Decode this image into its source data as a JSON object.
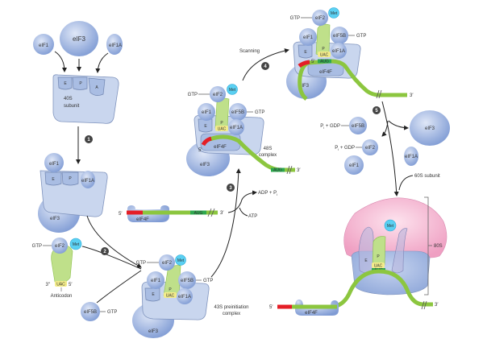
{
  "figure": {
    "title": "Eukaryotic translation initiation pathway",
    "colors": {
      "factor": "#8fa9dc",
      "subunit_40S": "#c9d6ee",
      "subunit_60S": "#f3b6d0",
      "mrna": "#8cc63f",
      "cap": "#e41e26",
      "aug": "#2fa84f",
      "trna": "#bfe08a",
      "met": "#5ad0f2",
      "anticodon": "#f3ec8a"
    }
  },
  "labels": {
    "eIF1": "eIF1",
    "eIF3": "eIF3",
    "eIF1A": "eIF1A",
    "eIF2": "eIF2",
    "eIF5B": "eIF5B",
    "eIF4F": "eIF4F",
    "met": "Met",
    "site_E": "E",
    "site_P": "P",
    "site_A": "A",
    "gtp": "GTP",
    "uac": "UAC",
    "aug": "AUG",
    "five_prime": "5′",
    "three_prime": "3′",
    "three_prime_dq": "3″",
    "anticodon": "Anticodon",
    "subunit_40S_line1": "40S",
    "subunit_40S_line2": "subunit",
    "complex_43S_line1": "43S preinitiation",
    "complex_43S_line2": "complex",
    "complex_48S_line1": "48S",
    "complex_48S_line2": "complex",
    "scanning": "Scanning",
    "adp_pi": "ADP + P",
    "pi_sub": "i",
    "atp": "ATP",
    "pi_gdp_prefix": "P",
    "pi_gdp_suffix": " + GDP",
    "subunit_60S": "60S subunit",
    "ribosome_80S": "80S"
  },
  "steps": [
    "1",
    "2",
    "3",
    "4",
    "5"
  ]
}
